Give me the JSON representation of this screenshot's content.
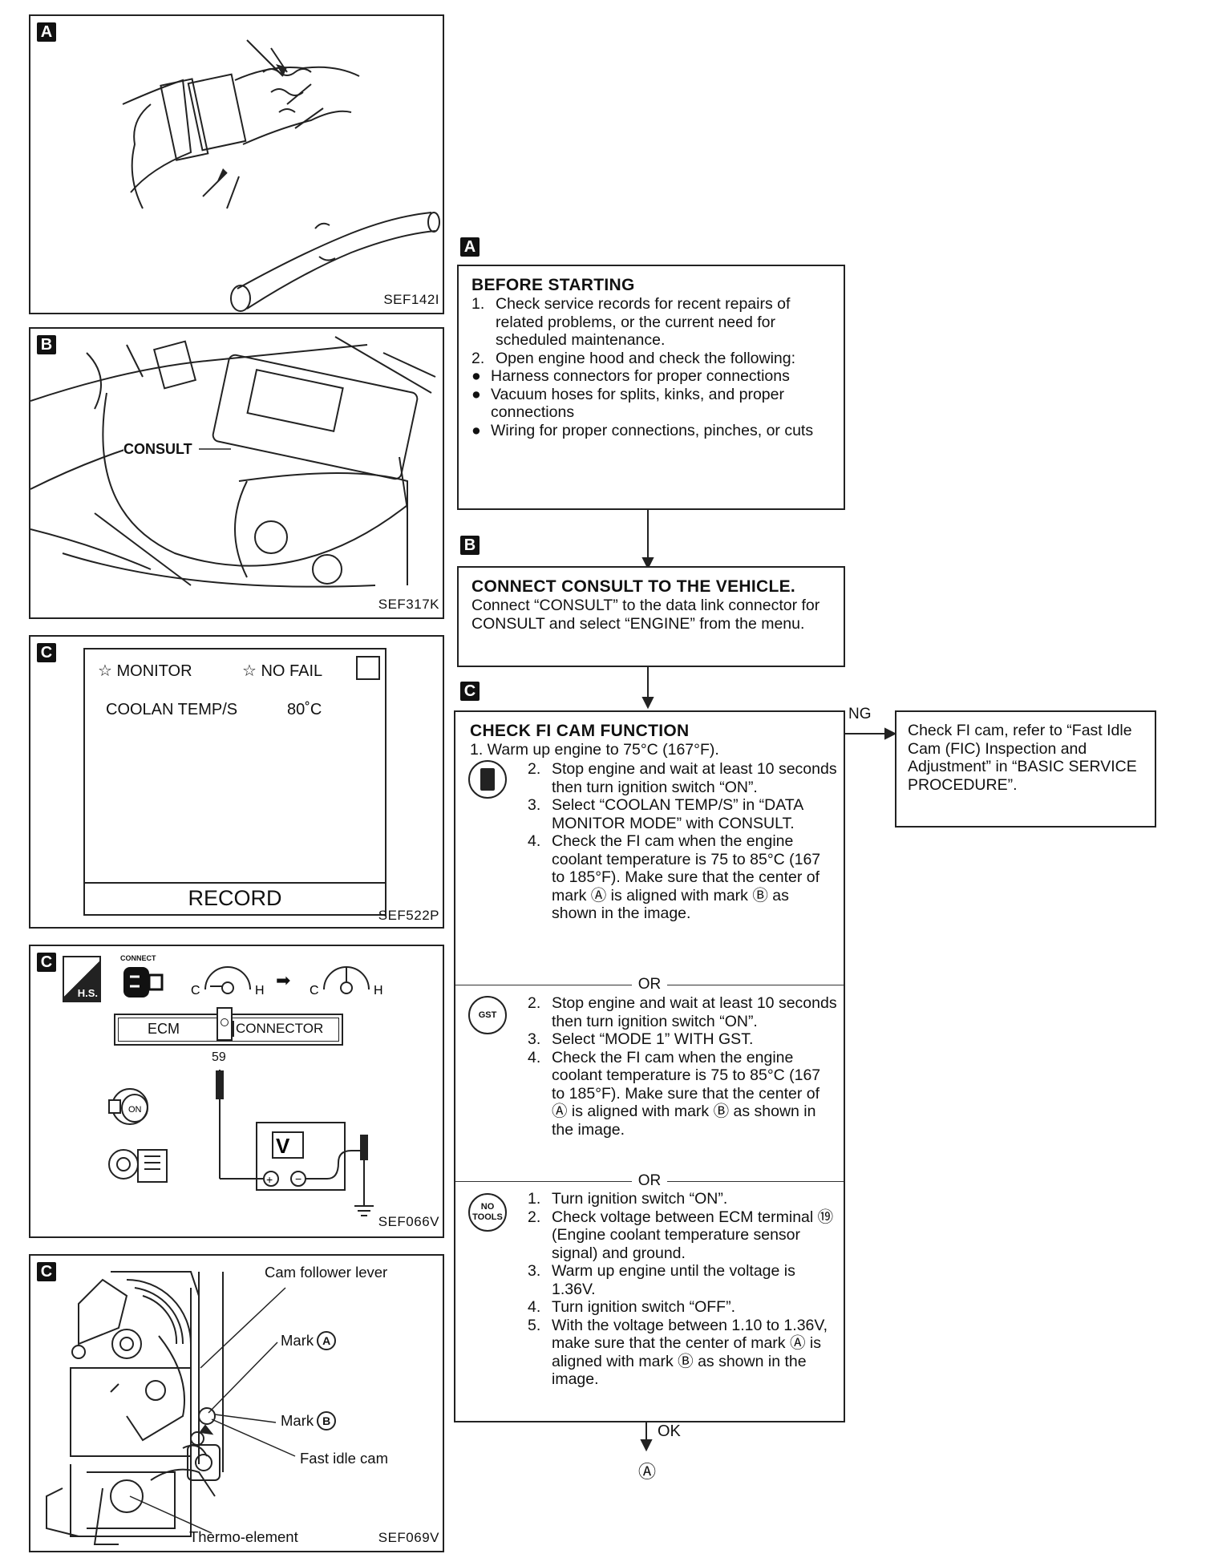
{
  "left_panels": {
    "a": {
      "badge": "A",
      "code": "SEF142I"
    },
    "b": {
      "badge": "B",
      "callout": "CONSULT",
      "code": "SEF317K"
    },
    "c1": {
      "badge": "C",
      "monitor_label": "☆ MONITOR",
      "nofail_label": "☆ NO FAIL",
      "item_label": "COOLAN TEMP/S",
      "item_value": "80˚C",
      "record_button": "RECORD",
      "code": "SEF522P"
    },
    "c2": {
      "badge": "C",
      "hs_label": "H.S.",
      "connect_label": "CONNECT",
      "gauge_c": "C",
      "gauge_h": "H",
      "ecm_label": "ECM",
      "connector_label": "CONNECTOR",
      "terminal_number": "59",
      "meter_label": "V",
      "key_on": "ON",
      "code": "SEF066V"
    },
    "c3": {
      "badge": "C",
      "cam_follower": "Cam follower lever",
      "mark_a_label": "Mark",
      "mark_a": "A",
      "mark_b_label": "Mark",
      "mark_b": "B",
      "fast_idle": "Fast idle cam",
      "thermo": "Thermo-element",
      "code": "SEF069V"
    }
  },
  "flow": {
    "a": {
      "badge": "A",
      "title": "BEFORE STARTING",
      "items": [
        {
          "n": "1.",
          "t": "Check service records for recent repairs of related problems, or the current need for scheduled maintenance."
        },
        {
          "n": "2.",
          "t": "Open engine hood and check the following:"
        }
      ],
      "bullets": [
        "Harness connectors for proper connections",
        "Vacuum hoses for splits, kinks, and proper connections",
        "Wiring for proper connections, pinches, or cuts"
      ]
    },
    "b": {
      "badge": "B",
      "title": "CONNECT CONSULT TO THE VEHICLE.",
      "body": "Connect “CONSULT” to the data link connector for CONSULT and select “ENGINE” from the menu."
    },
    "c": {
      "badge": "C",
      "title": "CHECK FI CAM FUNCTION",
      "step1": "1. Warm up engine to 75°C (167°F).",
      "consult_steps": [
        {
          "n": "2.",
          "t": "Stop engine and wait at least 10 seconds then turn ignition switch “ON”."
        },
        {
          "n": "3.",
          "t": "Select “COOLAN TEMP/S” in “DATA MONITOR MODE” with CONSULT."
        },
        {
          "n": "4.",
          "t": "Check the FI cam when the engine coolant temperature is 75 to 85°C (167 to 185°F). Make sure that the center of mark Ⓐ is aligned with mark Ⓑ as shown in the image."
        }
      ],
      "or1": "OR",
      "gst_icon": "GST",
      "gst_steps": [
        {
          "n": "2.",
          "t": "Stop engine and wait at least 10 seconds then turn ignition switch “ON”."
        },
        {
          "n": "3.",
          "t": "Select “MODE 1” WITH GST."
        },
        {
          "n": "4.",
          "t": "Check the FI cam when the engine coolant temperature is 75 to 85°C (167 to 185°F). Make sure that the center of Ⓐ is aligned with mark Ⓑ as shown in the image."
        }
      ],
      "or2": "OR",
      "notools_icon": "NO TOOLS",
      "notools_steps": [
        {
          "n": "1.",
          "t": "Turn ignition switch “ON”."
        },
        {
          "n": "2.",
          "t": "Check voltage between ECM terminal ⑲ (Engine coolant temperature sensor signal) and ground."
        },
        {
          "n": "3.",
          "t": "Warm up engine until the voltage is 1.36V."
        },
        {
          "n": "4.",
          "t": "Turn ignition switch “OFF”."
        },
        {
          "n": "5.",
          "t": "With the voltage between 1.10 to 1.36V, make sure that the center of mark Ⓐ is aligned with mark Ⓑ as shown in the image."
        }
      ]
    },
    "ng_label": "NG",
    "ng_box": "Check FI cam, refer to “Fast Idle Cam (FIC) Inspection and Adjustment” in “BASIC SERVICE PROCEDURE”.",
    "ok_label": "OK",
    "next_ref": "Ⓐ"
  }
}
